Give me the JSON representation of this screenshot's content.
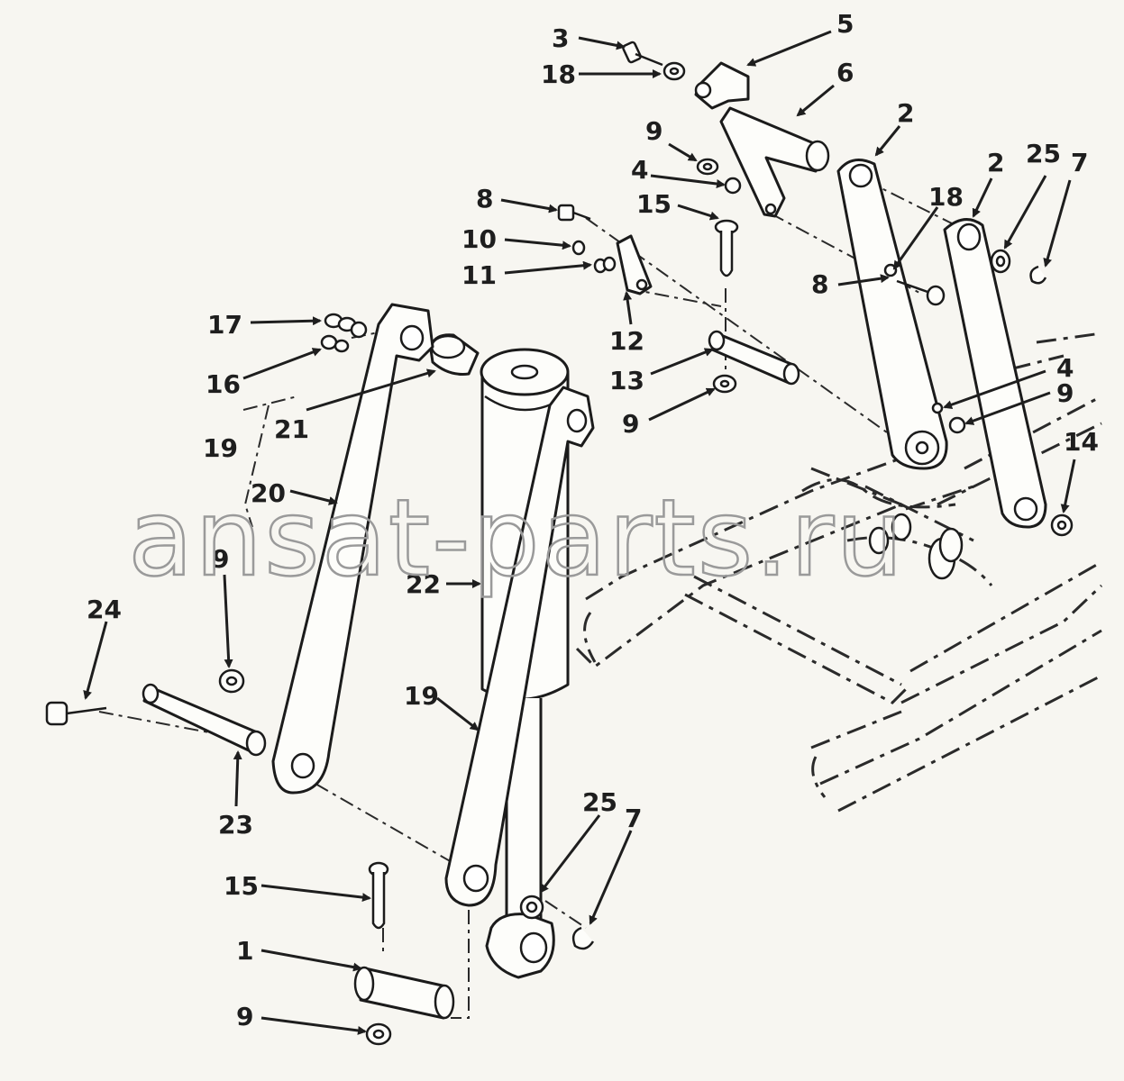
{
  "watermark": "ansat-parts.ru",
  "callouts": [
    {
      "id": "c-3",
      "label": "3"
    },
    {
      "id": "c-18a",
      "label": "18"
    },
    {
      "id": "c-5",
      "label": "5"
    },
    {
      "id": "c-6",
      "label": "6"
    },
    {
      "id": "c-9a",
      "label": "9"
    },
    {
      "id": "c-4a",
      "label": "4"
    },
    {
      "id": "c-2a",
      "label": "2"
    },
    {
      "id": "c-2b",
      "label": "2"
    },
    {
      "id": "c-25a",
      "label": "25"
    },
    {
      "id": "c-7a",
      "label": "7"
    },
    {
      "id": "c-8a",
      "label": "8"
    },
    {
      "id": "c-15a",
      "label": "15"
    },
    {
      "id": "c-18b",
      "label": "18"
    },
    {
      "id": "c-10",
      "label": "10"
    },
    {
      "id": "c-11",
      "label": "11"
    },
    {
      "id": "c-8b",
      "label": "8"
    },
    {
      "id": "c-12",
      "label": "12"
    },
    {
      "id": "c-17",
      "label": "17"
    },
    {
      "id": "c-13",
      "label": "13"
    },
    {
      "id": "c-4b",
      "label": "4"
    },
    {
      "id": "c-9b",
      "label": "9"
    },
    {
      "id": "c-16",
      "label": "16"
    },
    {
      "id": "c-21",
      "label": "21"
    },
    {
      "id": "c-9c",
      "label": "9"
    },
    {
      "id": "c-19a",
      "label": "19"
    },
    {
      "id": "c-14",
      "label": "14"
    },
    {
      "id": "c-20",
      "label": "20"
    },
    {
      "id": "c-9d",
      "label": "9"
    },
    {
      "id": "c-22",
      "label": "22"
    },
    {
      "id": "c-24",
      "label": "24"
    },
    {
      "id": "c-19b",
      "label": "19"
    },
    {
      "id": "c-23",
      "label": "23"
    },
    {
      "id": "c-25b",
      "label": "25"
    },
    {
      "id": "c-7b",
      "label": "7"
    },
    {
      "id": "c-15b",
      "label": "15"
    },
    {
      "id": "c-1",
      "label": "1"
    },
    {
      "id": "c-9e",
      "label": "9"
    }
  ]
}
